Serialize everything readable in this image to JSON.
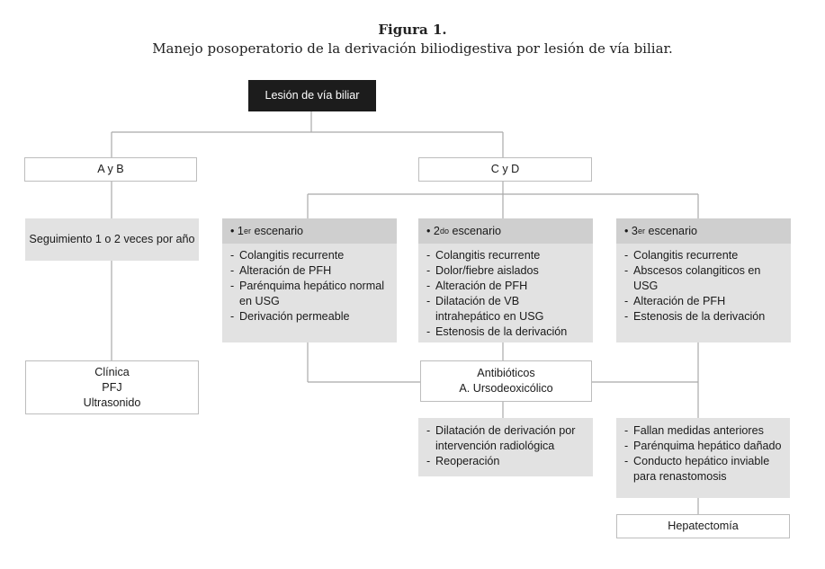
{
  "caption": {
    "title": "Figura 1.",
    "subtitle": "Manejo posoperatorio de la derivación biliodigestiva por lesión de vía biliar."
  },
  "root": {
    "label": "Lesión de vía biliar"
  },
  "branch_ab": {
    "label": "A y B"
  },
  "branch_cd": {
    "label": "C y D"
  },
  "followup": {
    "label": "Seguimiento 1 o 2 veces por año"
  },
  "monitoring": {
    "lines": [
      "Clínica",
      "PFJ",
      "Ultrasonido"
    ]
  },
  "scenario1": {
    "bullet": "•",
    "number": "1",
    "ordinal": "er",
    "word": "escenario",
    "items": [
      "Colangitis recurrente",
      "Alteración de PFH",
      "Parénquima hepático normal en USG",
      "Derivación permeable"
    ]
  },
  "scenario2": {
    "bullet": "•",
    "number": "2",
    "ordinal": "do",
    "word": "escenario",
    "items": [
      "Colangitis recurrente",
      "Dolor/fiebre aislados",
      "Alteración de PFH",
      "Dilatación de VB intrahepático en USG",
      "Estenosis de la derivación"
    ]
  },
  "scenario3": {
    "bullet": "•",
    "number": "3",
    "ordinal": "er",
    "word": "escenario",
    "items": [
      "Colangitis recurrente",
      "Abscesos colangiticos en USG",
      "Alteración de PFH",
      "Estenosis de la derivación"
    ]
  },
  "antibiotics": {
    "lines": [
      "Antibióticos",
      "A. Ursodeoxicólico"
    ]
  },
  "intervention": {
    "items": [
      "Dilatación de derivación por intervención radiológica",
      "Reoperación"
    ]
  },
  "failure": {
    "items": [
      "Fallan medidas anteriores",
      "Parénquima hepático dañado",
      "Conducto hepático inviable para renastomosis"
    ]
  },
  "hepatectomy": {
    "label": "Hepatectomía"
  },
  "item_dash": "-",
  "colors": {
    "root_fill": "#1c1c1c",
    "gray_box": "#e2e2e2",
    "gray_header": "#cfcfcf",
    "line": "#a9a9a9",
    "white_border": "#bdbdbd"
  }
}
